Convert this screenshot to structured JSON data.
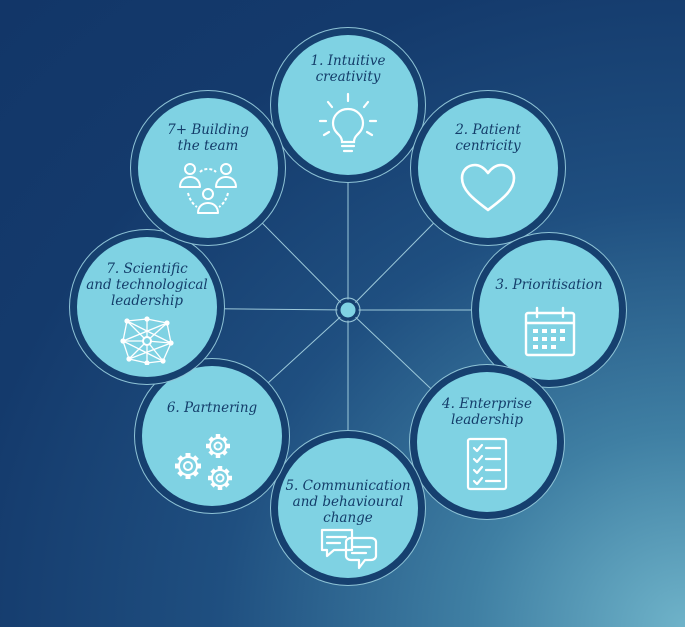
{
  "nodes": [
    {
      "label": "1. Intuitive\ncreativity",
      "icon": "lightbulb-icon"
    },
    {
      "label": "2. Patient\ncentricity",
      "icon": "heart-icon"
    },
    {
      "label": "3. Prioritisation",
      "icon": "calendar-icon"
    },
    {
      "label": "4. Enterprise\nleadership",
      "icon": "checklist-icon"
    },
    {
      "label": "5. Communication\nand behavioural\nchange",
      "icon": "speech-bubbles-icon"
    },
    {
      "label": "6. Partnering",
      "icon": "gears-icon"
    },
    {
      "label": "7. Scientific\nand technological\nleadership",
      "icon": "network-icon"
    },
    {
      "label": "7+ Building\nthe team",
      "icon": "team-icon"
    }
  ],
  "colors": {
    "node": "#7fd2e3",
    "line": "#9cc9da",
    "text": "#143d6a"
  }
}
